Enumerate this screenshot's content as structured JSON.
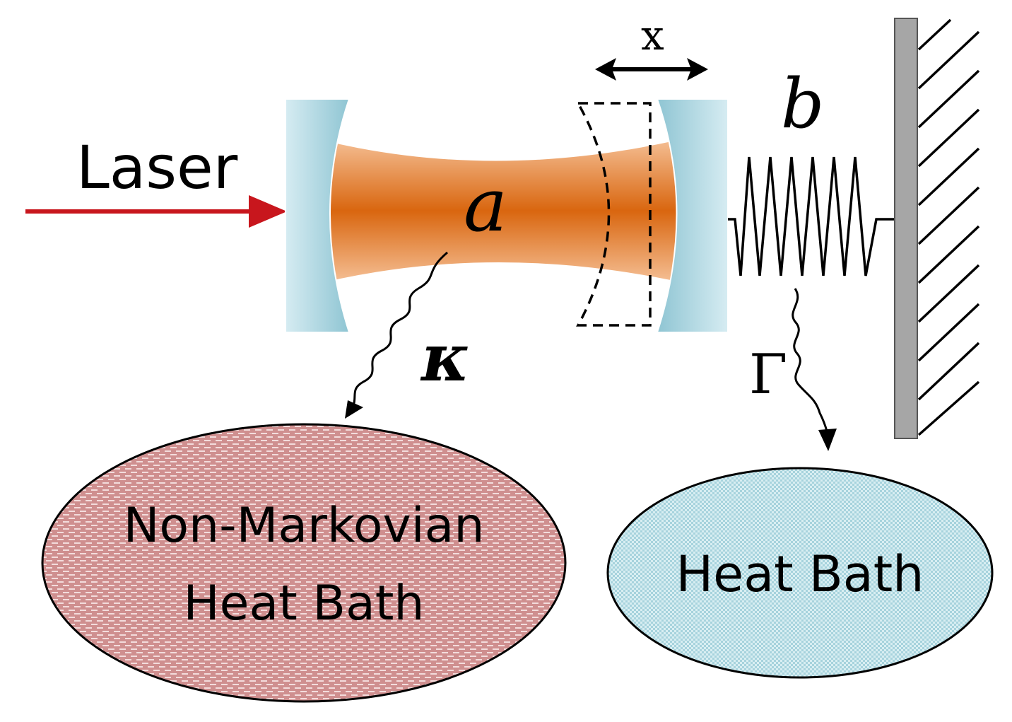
{
  "labels": {
    "laser": "Laser",
    "cavity_mode": "a",
    "displacement": "x",
    "mechanical_mode": "b",
    "cavity_decay": "κ",
    "mechanical_damping": "Γ",
    "left_bath_line1": "Non-Markovian",
    "left_bath_line2": "Heat Bath",
    "right_bath": "Heat Bath"
  },
  "colors": {
    "laser_arrow": "#c8161d",
    "beam": "#e07428",
    "mirror": "#a9d6e1",
    "wall": "#a6a6a6",
    "left_bath_fill": "#d49a9a",
    "right_bath_fill": "#b8dde3"
  }
}
